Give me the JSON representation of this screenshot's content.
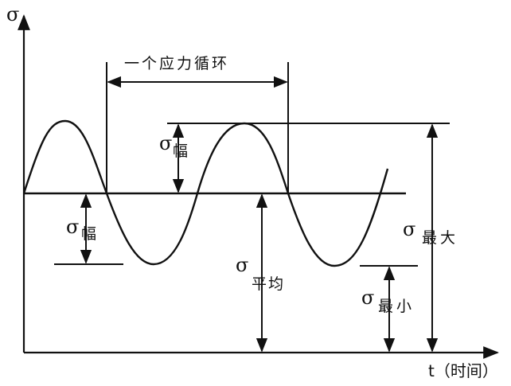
{
  "axes": {
    "y_label": "σ",
    "x_label": "t（时间）"
  },
  "labels": {
    "cycle": "一个应力循环",
    "amp_sigma": "σ",
    "amp_text": "幅",
    "mean_sigma": "σ",
    "mean_text": "平均",
    "max_sigma": "σ",
    "max_text": "最大",
    "min_sigma": "σ",
    "min_text": "最小"
  },
  "colors": {
    "line": "#111111",
    "background": "#ffffff"
  }
}
